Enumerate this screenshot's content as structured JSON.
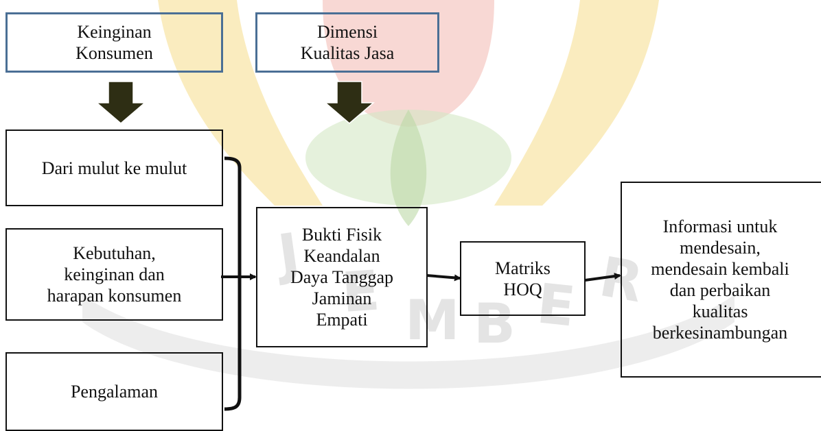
{
  "colors": {
    "input_border": "#4a6f95",
    "box_border": "#111111",
    "block_arrow": "#2e2e14",
    "connector": "#111111",
    "watermark_gold": "#f3d97a",
    "watermark_green": "#d4e8c4",
    "watermark_red": "#f2b8b0",
    "watermark_gray": "#d6d6d6"
  },
  "nodes": {
    "keinginan_konsumen": {
      "lines": [
        "Keinginan",
        "Konsumen"
      ]
    },
    "dimensi_kualitas": {
      "lines": [
        "Dimensi",
        "Kualitas Jasa"
      ]
    },
    "dari_mulut": {
      "lines": [
        "Dari mulut ke mulut"
      ]
    },
    "kebutuhan": {
      "lines": [
        "Kebutuhan,",
        "keinginan dan",
        "harapan konsumen"
      ]
    },
    "pengalaman": {
      "lines": [
        "Pengalaman"
      ]
    },
    "dimensi_list": {
      "lines": [
        "Bukti Fisik",
        "Keandalan",
        "Daya Tanggap",
        "Jaminan",
        "Empati"
      ]
    },
    "matriks": {
      "lines": [
        "Matriks",
        "HOQ"
      ]
    },
    "informasi": {
      "lines": [
        "Informasi untuk",
        "mendesain,",
        "mendesain kembali",
        "dan perbaikan",
        "kualitas",
        "berkesinambungan"
      ]
    }
  },
  "watermark": {
    "letters": [
      "J",
      "E",
      "M",
      "B",
      "E",
      "R"
    ]
  }
}
